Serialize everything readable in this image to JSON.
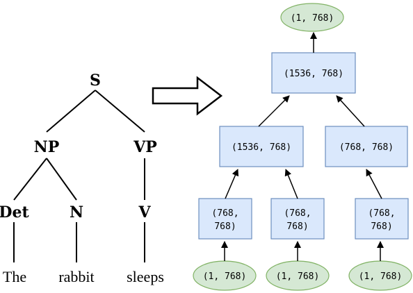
{
  "parse_tree": {
    "s": "S",
    "np": "NP",
    "vp": "VP",
    "det": "Det",
    "n": "N",
    "v": "V",
    "word1": "The",
    "word2": "rabbit",
    "word3": "sleeps"
  },
  "network": {
    "output": "(1, 768)",
    "root": "(1536, 768)",
    "np_node": "(1536, 768)",
    "vp_node": "(768, 768)",
    "det_l1": "(768,",
    "det_l2": "768)",
    "n_l1": "(768,",
    "n_l2": "768)",
    "v_l1": "(768,",
    "v_l2": "768)",
    "input1": "(1, 768)",
    "input2": "(1, 768)",
    "input3": "(1, 768)"
  }
}
